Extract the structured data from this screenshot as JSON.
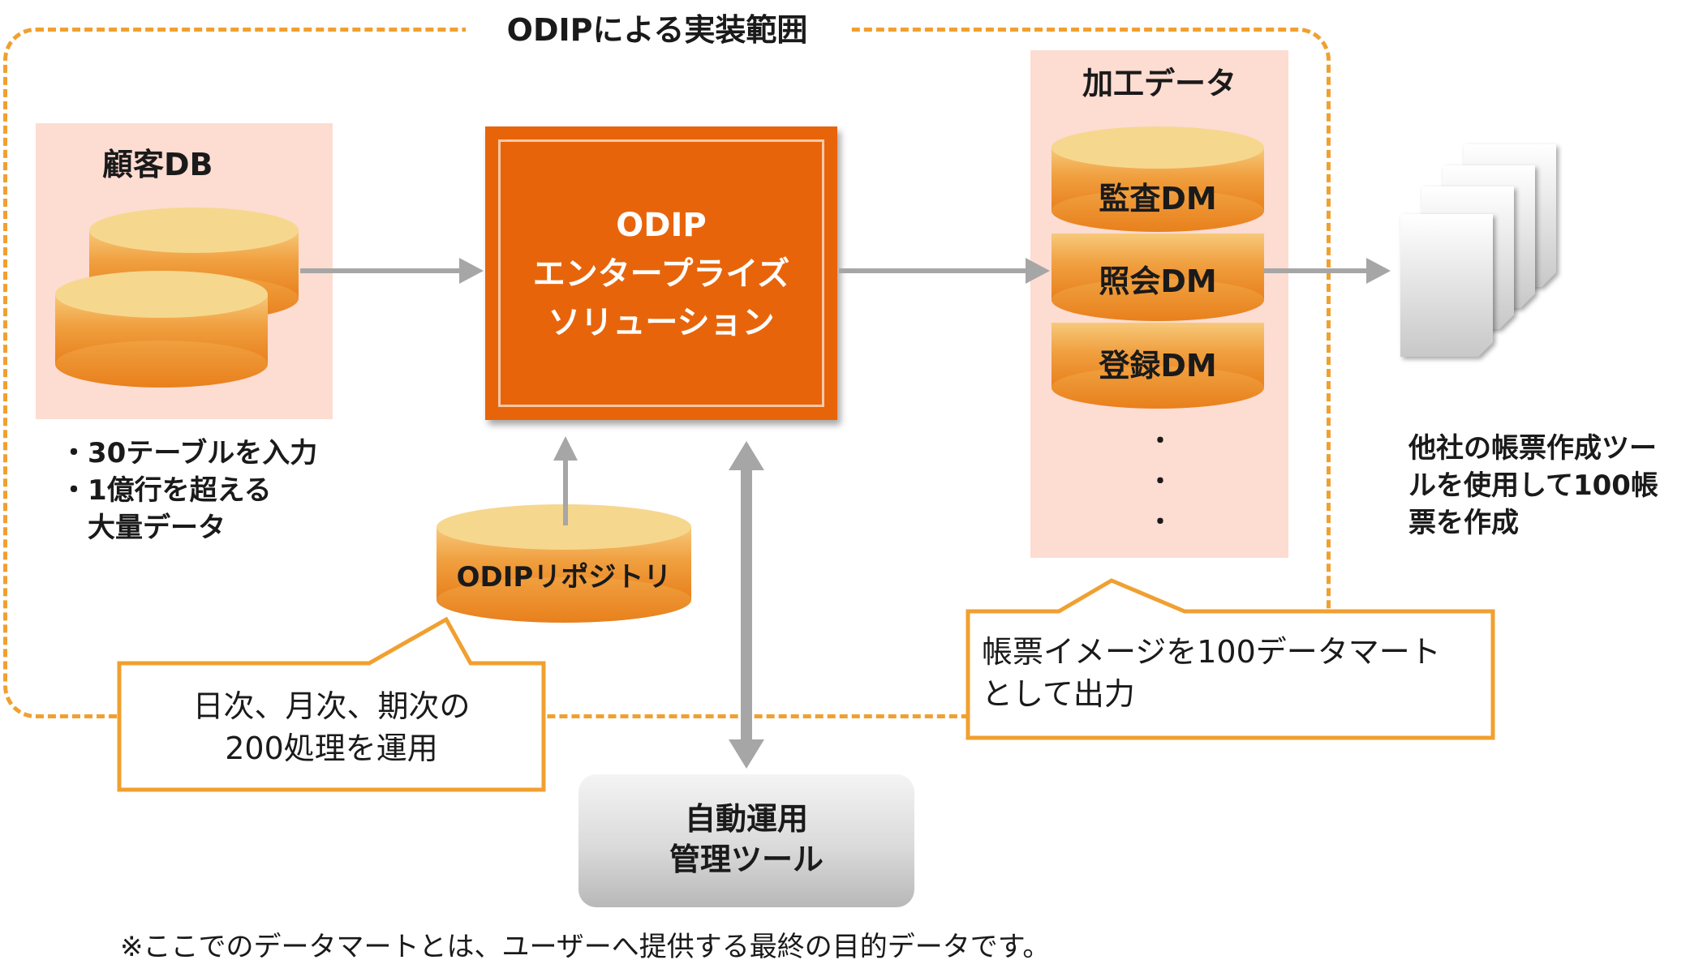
{
  "scope": {
    "title": "ODIPによる実装範囲"
  },
  "customer_db": {
    "title": "顧客DB",
    "notes": [
      "・30テーブルを入力",
      "・1億行を超える",
      "　大量データ"
    ]
  },
  "odip": {
    "line1": "ODIP",
    "line2": "エンタープライズ",
    "line3": "ソリューション"
  },
  "repository": {
    "label": "ODIPリポジトリ"
  },
  "processed": {
    "title": "加工データ",
    "marts": [
      "監査DM",
      "照会DM",
      "登録DM"
    ],
    "ellipsis": [
      "・",
      "・",
      "・"
    ]
  },
  "reports": {
    "lines": [
      "他社の帳票作成ツー",
      "ルを使用して100帳",
      "票を作成"
    ]
  },
  "callout_left": {
    "lines": [
      "日次、月次、期次の",
      "200処理を運用"
    ]
  },
  "callout_right": {
    "lines": [
      "帳票イメージを100データマート",
      "として出力"
    ]
  },
  "management_tool": {
    "line1": "自動運用",
    "line2": "管理ツール"
  },
  "footnote": "※ここでのデータマートとは、ユーザーへ提供する最終の目的データです。",
  "colors": {
    "accent": "#e8640a",
    "dashed_border": "#f0a030",
    "pink": "#fddcd2",
    "arrow": "#a6a6a6"
  }
}
